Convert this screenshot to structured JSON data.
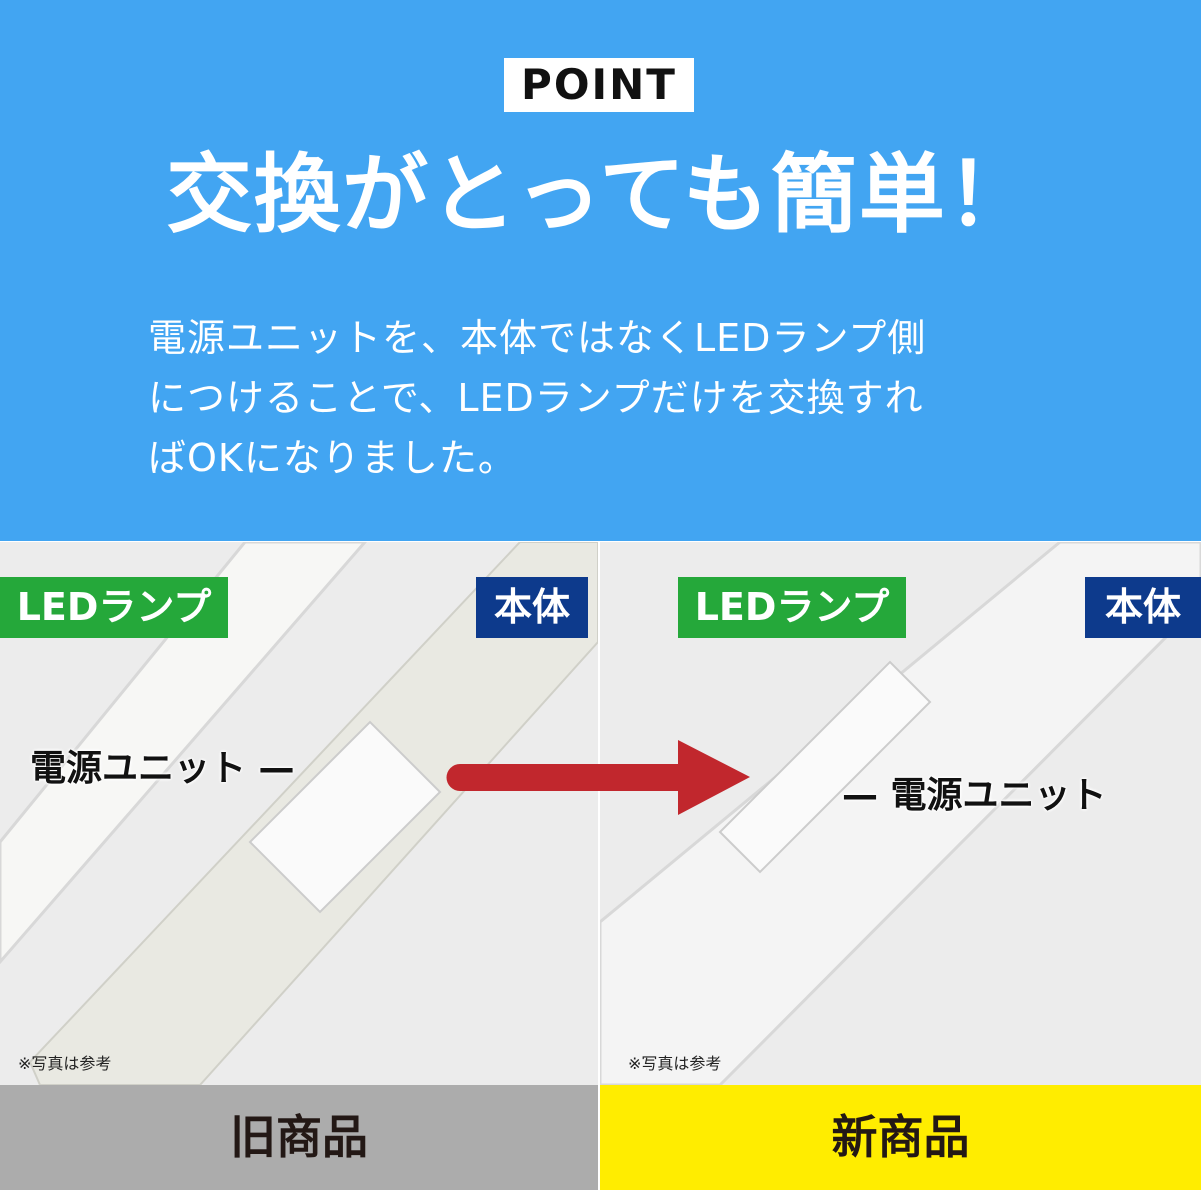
{
  "header": {
    "badge": "POINT",
    "title": "交換がとっても簡単！",
    "description_lines": [
      "電源ユニットを、本体ではなくLEDランプ側",
      "につけることで、LEDランプだけを交換すれ",
      "ばOKになりました。"
    ]
  },
  "old_product": {
    "lamp_label": "LEDランプ",
    "body_label": "本体",
    "unit_label": "電源ユニット —",
    "note": "※写真は参考",
    "footer": "旧商品"
  },
  "new_product": {
    "lamp_label": "LEDランプ",
    "body_label": "本体",
    "unit_label": "— 電源ユニット",
    "note": "※写真は参考",
    "footer": "新商品"
  },
  "colors": {
    "header_bg": "#42a5f2",
    "lamp_tag": "#25a83a",
    "body_tag": "#0d3a8c",
    "arrow": "#c1272d",
    "old_footer": "#acacac",
    "new_footer": "#ffed00"
  }
}
